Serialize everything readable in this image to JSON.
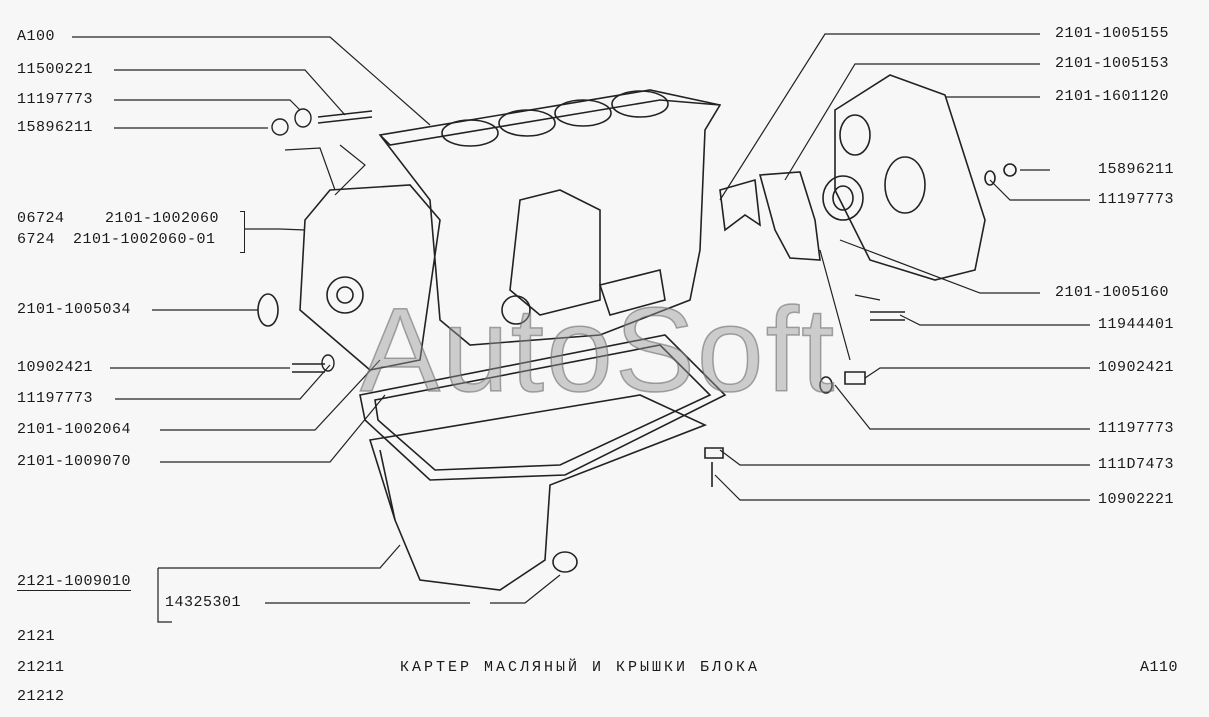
{
  "left_labels": {
    "a100": "A100",
    "p11500221": "11500221",
    "p11197773_a": "11197773",
    "p15896211_a": "15896211",
    "p06724": "06724",
    "p2101_1002060": "2101-1002060",
    "p6724": "6724",
    "p2101_1002060_01": "2101-1002060-01",
    "p2101_1005034": "2101-1005034",
    "p10902421_a": "10902421",
    "p11197773_b": "11197773",
    "p2101_1002064": "2101-1002064",
    "p2101_1009070": "2101-1009070",
    "p2121_1009010": "2121-1009010",
    "p14325301": "14325301"
  },
  "right_labels": {
    "p2101_1005155": "2101-1005155",
    "p2101_1005153": "2101-1005153",
    "p2101_1601120": "2101-1601120",
    "p15896211_b": "15896211",
    "p11197773_c": "11197773",
    "p2101_1005160": "2101-1005160",
    "p11944401": "11944401",
    "p10902421_b": "10902421",
    "p11197773_d": "11197773",
    "p11107473": "111D7473",
    "p10902221": "10902221"
  },
  "models": [
    "2121",
    "21211",
    "21212"
  ],
  "title": "КАРТЕР МАСЛЯНЫЙ И КРЫШКИ БЛОКА",
  "page_code": "A110",
  "watermark": "AutoSoft"
}
